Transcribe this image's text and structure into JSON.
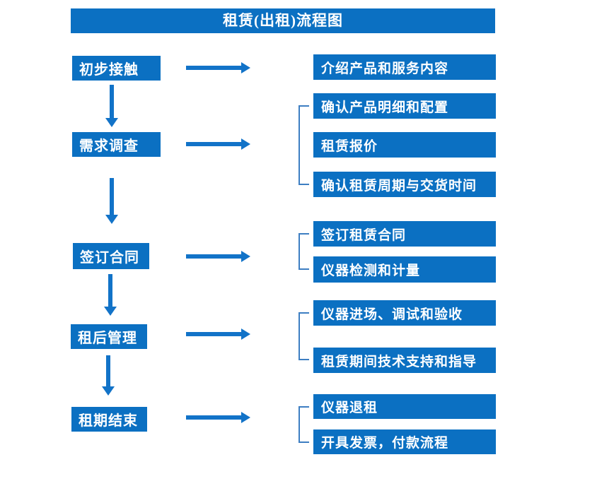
{
  "title": "租赁(出租)流程图",
  "colors": {
    "box_blue": "#0b70c2",
    "arrow_blue": "#1273c8",
    "bracket_blue": "#3d7ec2",
    "text_white": "#ffffff",
    "background": "#ffffff"
  },
  "stages": [
    {
      "label": "初步接触",
      "outputs": [
        "介绍产品和服务内容"
      ]
    },
    {
      "label": "需求调查",
      "outputs": [
        "确认产品明细和配置",
        "租赁报价",
        "确认租赁周期与交货时间"
      ]
    },
    {
      "label": "签订合同",
      "outputs": [
        "签订租赁合同",
        "仪器检测和计量"
      ]
    },
    {
      "label": "租后管理",
      "outputs": [
        "仪器进场、调试和验收",
        "租赁期间技术支持和指导"
      ]
    },
    {
      "label": "租期结束",
      "outputs": [
        "仪器退租",
        "开具发票，付款流程"
      ]
    }
  ]
}
